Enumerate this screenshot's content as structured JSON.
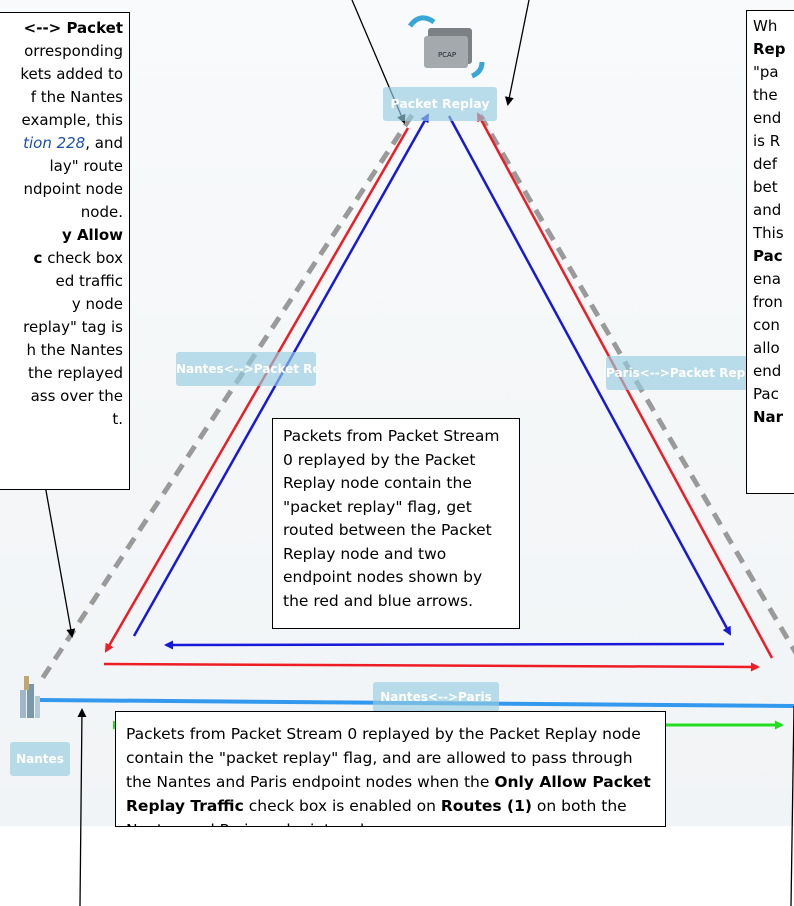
{
  "colors": {
    "red_route": "#ee1c24",
    "blue_route": "#1818d8",
    "green_route": "#22dd22",
    "nantes_paris_link": "#3399ee",
    "dashed_link": "#9a9a9a",
    "label_bg": "#9ccde2"
  },
  "icons": {
    "packet_replay_node": "pcap-folder-icon",
    "nantes_node": "city-building-icon"
  },
  "nodes": {
    "packet_replay": {
      "label": "Packet Replay",
      "icon_text": "PCAP"
    },
    "nantes": {
      "label": "Nantes"
    }
  },
  "links": {
    "nantes_packet_replay": "Nantes<-->Packet Replay",
    "paris_packet_replay": "Paris<-->Packet Replay",
    "nantes_paris": "Nantes<-->Paris"
  },
  "notes": {
    "left": {
      "l1": "<--> Packet",
      "l2": "orresponding",
      "l3": "kets added to",
      "l4": "f the Nantes",
      "l5": "example, this",
      "l6": "tion 228",
      "l6_suffix": ", and",
      "l7": "lay\" route",
      "l8": "ndpoint node",
      "l9": "node.",
      "l10": "y Allow",
      "l11a": "c",
      "l11b": " check box",
      "l12": "ed traffic",
      "l13": "y node",
      "l14": "replay\" tag is",
      "l15": "h the Nantes",
      "l16": "the replayed",
      "l17": "ass over the",
      "l18": "t."
    },
    "right": {
      "l1": "Wh",
      "l2": "Rep",
      "l3": "\"pa",
      "l4": "the",
      "l5": "end",
      "l6": "is R",
      "l7": "def",
      "l8": "bet",
      "l9": "and",
      "l10": "This",
      "l11": "Pac",
      "l12": "ena",
      "l13": "fron",
      "l14": "con",
      "l15": "allo",
      "l16": "end",
      "l17": "Pac",
      "l18": "Nar"
    },
    "center": "Packets from Packet Stream 0 replayed by the Packet Replay node contain the \"packet replay\" flag, get routed between the Packet Replay node and two endpoint nodes shown by the red and blue arrows.",
    "bottom": {
      "part1": "Packets from Packet Stream 0 replayed by the Packet Replay node contain the \"packet replay\" flag, and are allowed to pass through the Nantes and Paris endpoint nodes when the ",
      "bold1": "Only Allow Packet Replay Traffic",
      "part2": " check box is enabled on ",
      "bold2": "Routes (1)",
      "part3": " on both the Nantes and Paris endpoint nodes."
    }
  }
}
